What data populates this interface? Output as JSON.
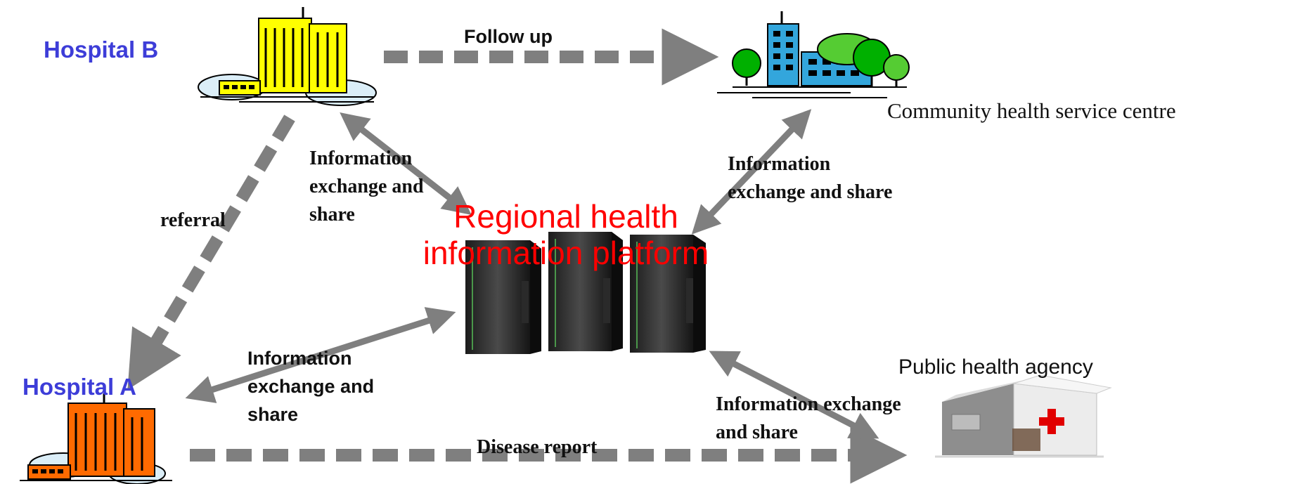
{
  "nodes": {
    "hospital_b": {
      "label": "Hospital B"
    },
    "hospital_a": {
      "label": "Hospital A"
    },
    "community": {
      "label": "Community  health service centre"
    },
    "public_health": {
      "label": "Public health agency"
    },
    "platform": {
      "line1": "Regional health",
      "line2": "information platform"
    }
  },
  "edges": {
    "follow_up": "Follow up",
    "referral": "referral",
    "disease_report": "Disease report",
    "hb_platform": {
      "line1": "Information",
      "line2": "exchange and",
      "line3": "share"
    },
    "community_platform": {
      "line1": "Information",
      "line2": "exchange and share"
    },
    "ha_platform": {
      "line1": "Information",
      "line2": "exchange and",
      "line3": "share"
    },
    "public_platform": {
      "line1": "Information exchange",
      "line2": "and share"
    }
  },
  "colors": {
    "arrow": "#7f7f7f",
    "hospital_b": "#ffff00",
    "hospital_a": "#ff6a00",
    "community": "#33a6dc",
    "title_blue": "#3d3dd8",
    "platform_red": "#ff0000"
  }
}
